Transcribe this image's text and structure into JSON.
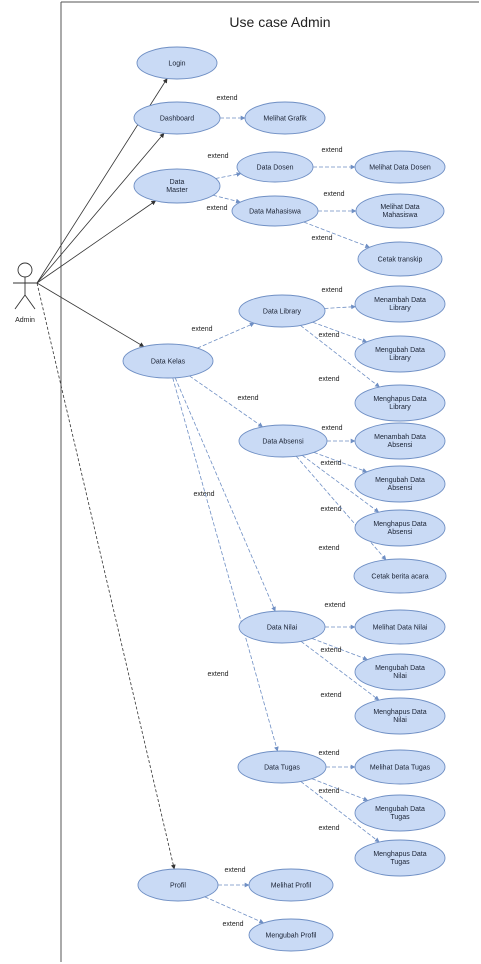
{
  "diagram": {
    "title": "Use case Admin",
    "actor": {
      "label": "Admin"
    },
    "use_cases": [
      {
        "id": "login",
        "label": "Login"
      },
      {
        "id": "dashboard",
        "label": "Dashboard"
      },
      {
        "id": "melihat_grafik",
        "label": "Melihat Grafik"
      },
      {
        "id": "data_master",
        "label": "Data Master"
      },
      {
        "id": "data_dosen",
        "label": "Data Dosen"
      },
      {
        "id": "melihat_data_dosen",
        "label": "Melihat Data Dosen"
      },
      {
        "id": "data_mahasiswa",
        "label": "Data Mahasiswa"
      },
      {
        "id": "melihat_data_mahasiswa",
        "label": "Melihat Data Mahasiswa"
      },
      {
        "id": "cetak_transkip",
        "label": "Cetak transkip"
      },
      {
        "id": "data_kelas",
        "label": "Data Kelas"
      },
      {
        "id": "data_library",
        "label": "Data Library"
      },
      {
        "id": "menambah_data_library",
        "label": "Menambah Data Library"
      },
      {
        "id": "mengubah_data_library",
        "label": "Mengubah Data Library"
      },
      {
        "id": "menghapus_data_library",
        "label": "Menghapus Data Library"
      },
      {
        "id": "data_absensi",
        "label": "Data Absensi"
      },
      {
        "id": "menambah_data_absensi",
        "label": "Menambah Data Absensi"
      },
      {
        "id": "mengubah_data_absensi",
        "label": "Mengubah Data Absensi"
      },
      {
        "id": "menghapus_data_absensi",
        "label": "Menghapus Data Absensi"
      },
      {
        "id": "cetak_berita_acara",
        "label": "Cetak berita acara"
      },
      {
        "id": "data_nilai",
        "label": "Data Nilai"
      },
      {
        "id": "melihat_data_nilai",
        "label": "Melihat Data Nilai"
      },
      {
        "id": "mengubah_data_nilai",
        "label": "Mengubah Data Nilai"
      },
      {
        "id": "menghapus_data_nilai",
        "label": "Menghapus Data Nilai"
      },
      {
        "id": "data_tugas",
        "label": "Data Tugas"
      },
      {
        "id": "melihat_data_tugas",
        "label": "Melihat Data Tugas"
      },
      {
        "id": "mengubah_data_tugas",
        "label": "Mengubah Data Tugas"
      },
      {
        "id": "menghapus_data_tugas",
        "label": "Menghapus Data Tugas"
      },
      {
        "id": "profil",
        "label": "Profil"
      },
      {
        "id": "melihat_profil",
        "label": "Melihat Profil"
      },
      {
        "id": "mengubah_profil",
        "label": "Mengubah Profil"
      }
    ],
    "associations": [
      "login",
      "dashboard",
      "data_master",
      "data_kelas",
      "profil"
    ],
    "relationships": [
      {
        "from": "dashboard",
        "to": "melihat_grafik",
        "label": "extend"
      },
      {
        "from": "data_master",
        "to": "data_dosen",
        "label": "extend"
      },
      {
        "from": "data_master",
        "to": "data_mahasiswa",
        "label": "extend"
      },
      {
        "from": "data_dosen",
        "to": "melihat_data_dosen",
        "label": "extend"
      },
      {
        "from": "data_mahasiswa",
        "to": "melihat_data_mahasiswa",
        "label": "extend"
      },
      {
        "from": "data_mahasiswa",
        "to": "cetak_transkip",
        "label": "extend"
      },
      {
        "from": "data_kelas",
        "to": "data_library",
        "label": "extend"
      },
      {
        "from": "data_kelas",
        "to": "data_absensi",
        "label": "extend"
      },
      {
        "from": "data_kelas",
        "to": "data_nilai",
        "label": "extend"
      },
      {
        "from": "data_kelas",
        "to": "data_tugas",
        "label": "extend"
      },
      {
        "from": "data_library",
        "to": "menambah_data_library",
        "label": "extend"
      },
      {
        "from": "data_library",
        "to": "mengubah_data_library",
        "label": "extend"
      },
      {
        "from": "data_library",
        "to": "menghapus_data_library",
        "label": "extend"
      },
      {
        "from": "data_absensi",
        "to": "menambah_data_absensi",
        "label": "extend"
      },
      {
        "from": "data_absensi",
        "to": "mengubah_data_absensi",
        "label": "extend"
      },
      {
        "from": "data_absensi",
        "to": "menghapus_data_absensi",
        "label": "extend"
      },
      {
        "from": "data_absensi",
        "to": "cetak_berita_acara",
        "label": "extend"
      },
      {
        "from": "data_nilai",
        "to": "melihat_data_nilai",
        "label": "extend"
      },
      {
        "from": "data_nilai",
        "to": "mengubah_data_nilai",
        "label": "extend"
      },
      {
        "from": "data_nilai",
        "to": "menghapus_data_nilai",
        "label": "extend"
      },
      {
        "from": "data_tugas",
        "to": "melihat_data_tugas",
        "label": "extend"
      },
      {
        "from": "data_tugas",
        "to": "mengubah_data_tugas",
        "label": "extend"
      },
      {
        "from": "data_tugas",
        "to": "menghapus_data_tugas",
        "label": "extend"
      },
      {
        "from": "profil",
        "to": "melihat_profil",
        "label": "extend"
      },
      {
        "from": "profil",
        "to": "mengubah_profil",
        "label": "extend"
      }
    ]
  }
}
